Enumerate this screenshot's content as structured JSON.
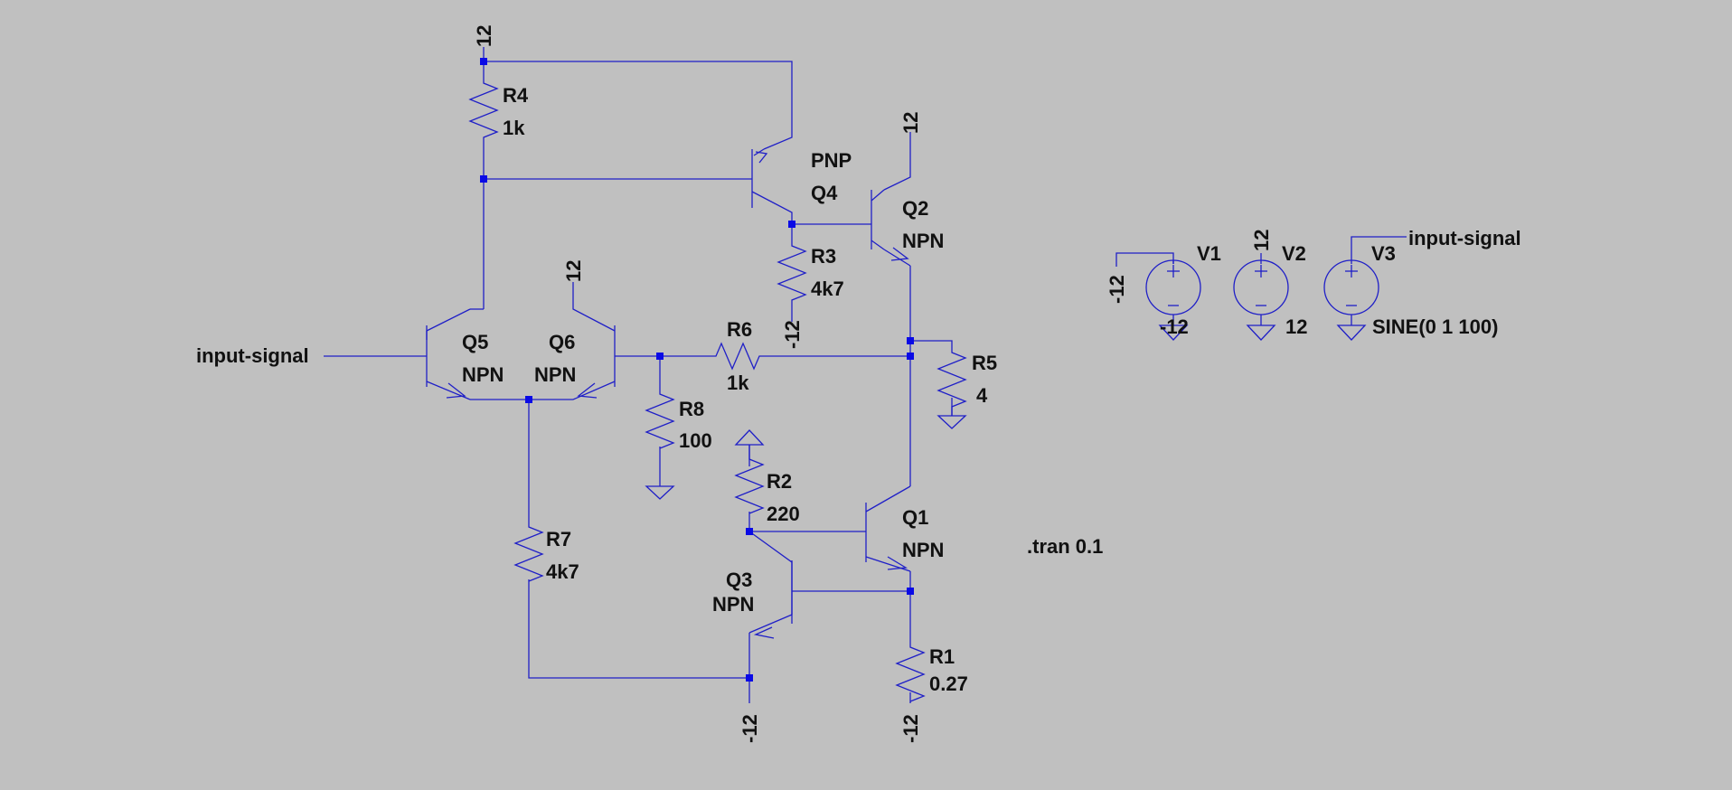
{
  "colors": {
    "background": "#c0c0c0",
    "wire": "#1f1fc7",
    "junction": "#0a0ae6",
    "text": "#111111"
  },
  "nets": {
    "vcc_r4": "12",
    "vcc_q2": "12",
    "vcc_q6": "12",
    "vee_r3": "-12",
    "vee_r1": "-12",
    "vee_q3": "-12",
    "vee_v1": "-12",
    "vcc_v2": "12",
    "input_left": "input-signal",
    "input_v3": "input-signal"
  },
  "components": {
    "r4": {
      "name": "R4",
      "value": "1k"
    },
    "r3": {
      "name": "R3",
      "value": "4k7"
    },
    "r6": {
      "name": "R6",
      "value": "1k"
    },
    "r5": {
      "name": "R5",
      "value": "4"
    },
    "r8": {
      "name": "R8",
      "value": "100"
    },
    "r2": {
      "name": "R2",
      "value": "220"
    },
    "r7": {
      "name": "R7",
      "value": "4k7"
    },
    "r1": {
      "name": "R1",
      "value": "0.27"
    },
    "q4": {
      "name": "Q4",
      "type": "PNP"
    },
    "q2": {
      "name": "Q2",
      "type": "NPN"
    },
    "q5": {
      "name": "Q5",
      "type": "NPN"
    },
    "q6": {
      "name": "Q6",
      "type": "NPN"
    },
    "q1": {
      "name": "Q1",
      "type": "NPN"
    },
    "q3": {
      "name": "Q3",
      "type": "NPN"
    },
    "v1": {
      "name": "V1",
      "value": "-12"
    },
    "v2": {
      "name": "V2",
      "value": "12"
    },
    "v3": {
      "name": "V3",
      "value": "SINE(0 1 100)"
    }
  },
  "directive": ".tran 0.1"
}
